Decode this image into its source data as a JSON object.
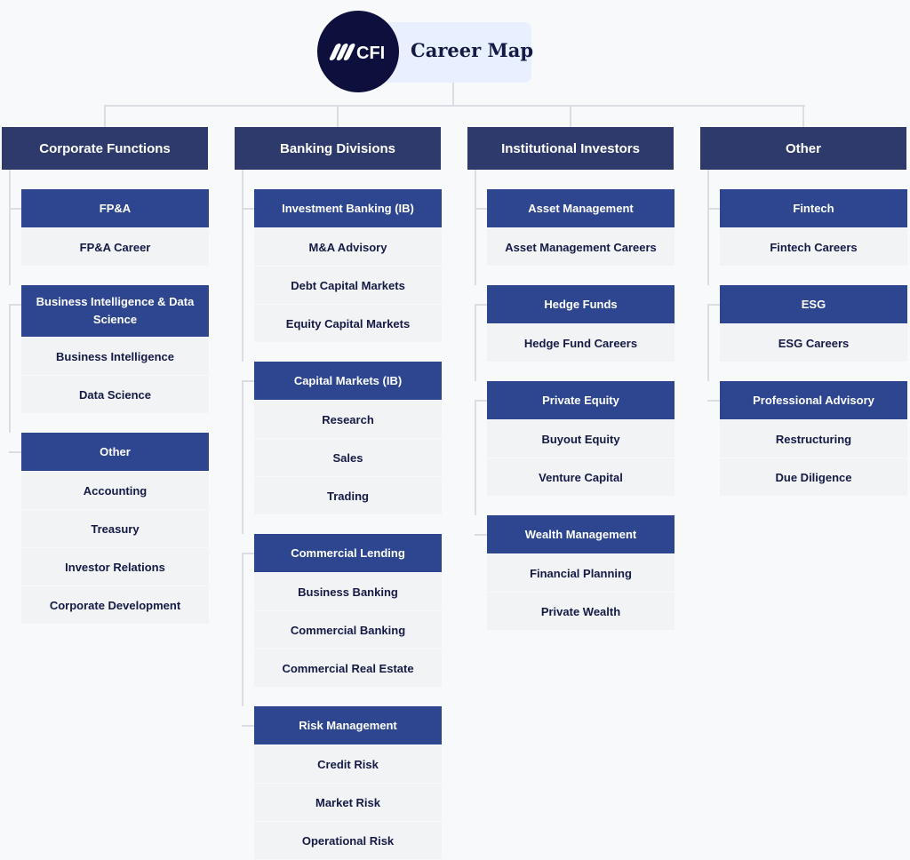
{
  "header": {
    "logo_text": "CFI",
    "title": "Career Map"
  },
  "colors": {
    "category": "#2e3a6b",
    "group": "#2e4690",
    "item_bg": "#f2f3f5",
    "item_text": "#141a45",
    "title_bg": "#e8efff",
    "logo_bg": "#0d0f3d"
  },
  "columns": [
    {
      "title": "Corporate Functions",
      "groups": [
        {
          "title": "FP&A",
          "items": [
            "FP&A Career"
          ]
        },
        {
          "title": "Business Intelligence & Data Science",
          "items": [
            "Business Intelligence",
            "Data Science"
          ]
        },
        {
          "title": "Other",
          "items": [
            "Accounting",
            "Treasury",
            "Investor Relations",
            "Corporate Development"
          ]
        }
      ]
    },
    {
      "title": "Banking Divisions",
      "groups": [
        {
          "title": "Investment Banking (IB)",
          "items": [
            "M&A Advisory",
            "Debt Capital Markets",
            "Equity Capital Markets"
          ]
        },
        {
          "title": "Capital Markets (IB)",
          "items": [
            "Research",
            "Sales",
            "Trading"
          ]
        },
        {
          "title": "Commercial Lending",
          "items": [
            "Business Banking",
            "Commercial Banking",
            "Commercial Real Estate"
          ]
        },
        {
          "title": "Risk Management",
          "items": [
            "Credit Risk",
            "Market Risk",
            "Operational Risk"
          ]
        }
      ]
    },
    {
      "title": "Institutional Investors",
      "groups": [
        {
          "title": "Asset Management",
          "items": [
            "Asset Management Careers"
          ]
        },
        {
          "title": "Hedge Funds",
          "items": [
            "Hedge Fund Careers"
          ]
        },
        {
          "title": "Private Equity",
          "items": [
            "Buyout Equity",
            "Venture Capital"
          ]
        },
        {
          "title": "Wealth Management",
          "items": [
            "Financial Planning",
            "Private Wealth"
          ]
        }
      ]
    },
    {
      "title": "Other",
      "groups": [
        {
          "title": "Fintech",
          "items": [
            "Fintech Careers"
          ]
        },
        {
          "title": "ESG",
          "items": [
            "ESG Careers"
          ]
        },
        {
          "title": "Professional Advisory",
          "items": [
            "Restructuring",
            "Due Diligence"
          ]
        }
      ]
    }
  ]
}
